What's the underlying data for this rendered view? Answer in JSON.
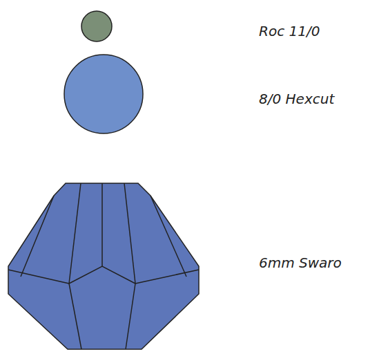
{
  "diagram": {
    "labels": [
      "Roc 11/0",
      "8/0 Hexcut",
      "6mm Swaro"
    ]
  }
}
